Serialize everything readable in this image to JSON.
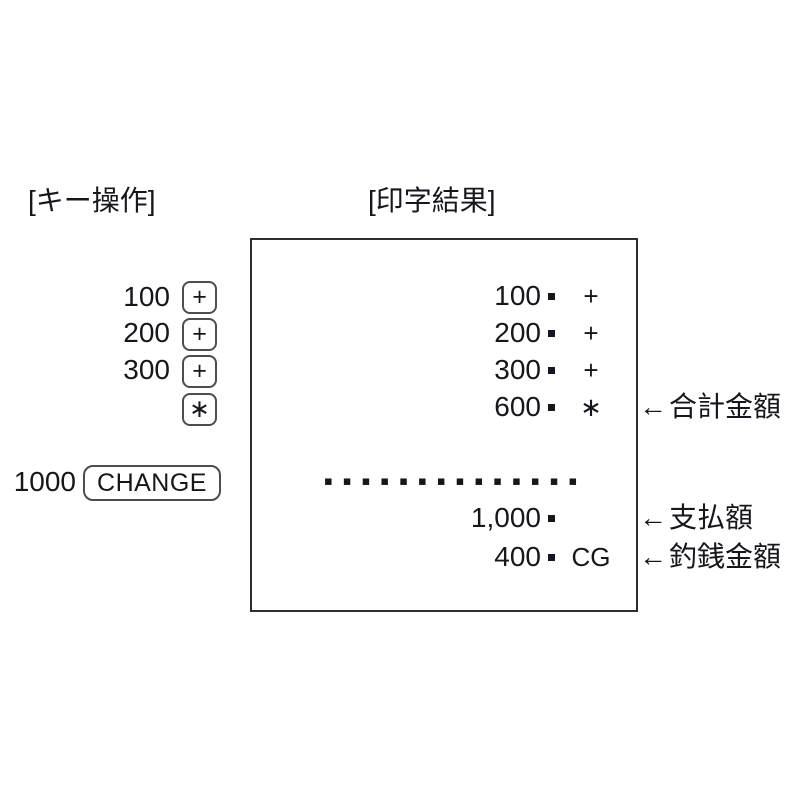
{
  "colors": {
    "background": "#ffffff",
    "text": "#16161c",
    "box_border": "#2e2e2e",
    "key_border": "#4d4d4d"
  },
  "keyops": {
    "header": "[キー操作]",
    "rows": [
      {
        "amount": "100",
        "key": "+"
      },
      {
        "amount": "200",
        "key": "+"
      },
      {
        "amount": "300",
        "key": "+"
      },
      {
        "amount": "",
        "key": "∗"
      },
      {
        "amount": "1000",
        "key": "CHANGE"
      }
    ]
  },
  "printout": {
    "header": "[印字結果]",
    "lines": [
      {
        "amount": "100",
        "symbol": "+"
      },
      {
        "amount": "200",
        "symbol": "+"
      },
      {
        "amount": "300",
        "symbol": "+"
      },
      {
        "amount": "600",
        "symbol": "∗"
      },
      {
        "amount": "1,000",
        "symbol": ""
      },
      {
        "amount": "400",
        "symbol": "CG"
      }
    ],
    "separator_dots": "▪▪▪▪▪▪▪▪▪▪▪▪▪▪"
  },
  "annotations": [
    {
      "arrow": "←",
      "text": "合計金額"
    },
    {
      "arrow": "←",
      "text": "支払額"
    },
    {
      "arrow": "←",
      "text": "釣銭金額"
    }
  ]
}
